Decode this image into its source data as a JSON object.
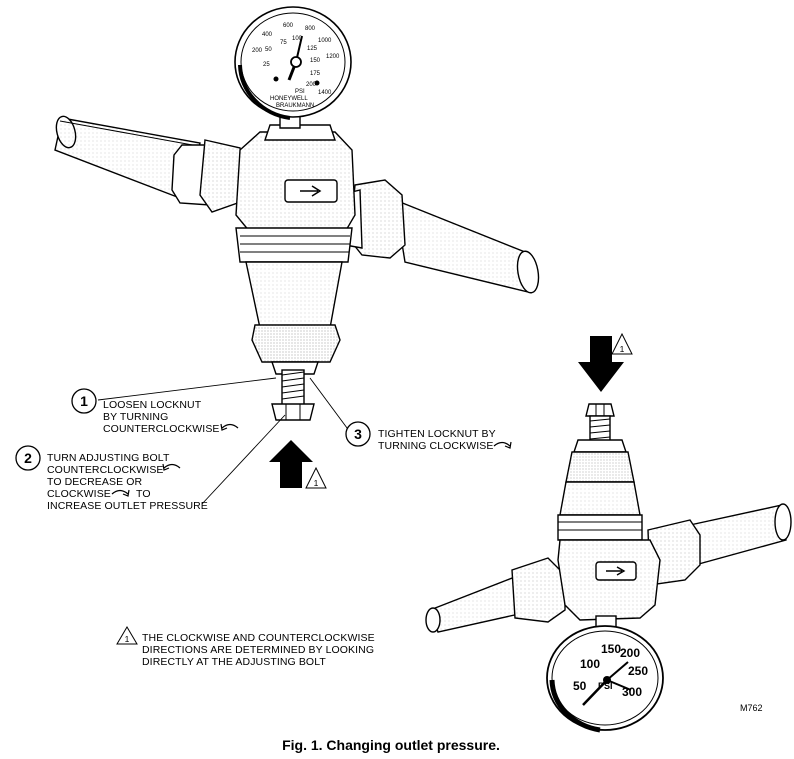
{
  "step1": {
    "number": "1",
    "lines": [
      "LOOSEN LOCKNUT",
      "BY TURNING",
      "COUNTERCLOCKWISE"
    ]
  },
  "step2": {
    "number": "2",
    "lines": [
      "TURN ADJUSTING BOLT",
      "COUNTERCLOCKWISE",
      "TO DECREASE OR",
      "CLOCKWISE",
      "TO",
      "INCREASE OUTLET PRESSURE"
    ]
  },
  "step3": {
    "number": "3",
    "lines": [
      "TIGHTEN LOCKNUT BY",
      "TURNING CLOCKWISE"
    ]
  },
  "warning": {
    "symbol": "1",
    "lines": [
      "THE CLOCKWISE AND COUNTERCLOCKWISE",
      "DIRECTIONS ARE DETERMINED BY LOOKING",
      "DIRECTLY AT THE ADJUSTING BOLT"
    ]
  },
  "figure_code": "M762",
  "caption": "Fig. 1. Changing outlet pressure.",
  "top_gauge": {
    "outer_scale": [
      "600",
      "800",
      "400",
      "1000",
      "200",
      "1200",
      "1400"
    ],
    "inner_scale": [
      "50",
      "75",
      "100",
      "125",
      "150",
      "25",
      "175",
      "200"
    ],
    "unit": "PSI",
    "brand": [
      "HONEYWELL",
      "BRAUKMANN"
    ]
  },
  "bottom_gauge": {
    "scale": [
      "50",
      "100",
      "150",
      "200",
      "250",
      "300"
    ],
    "unit": "PSI"
  }
}
